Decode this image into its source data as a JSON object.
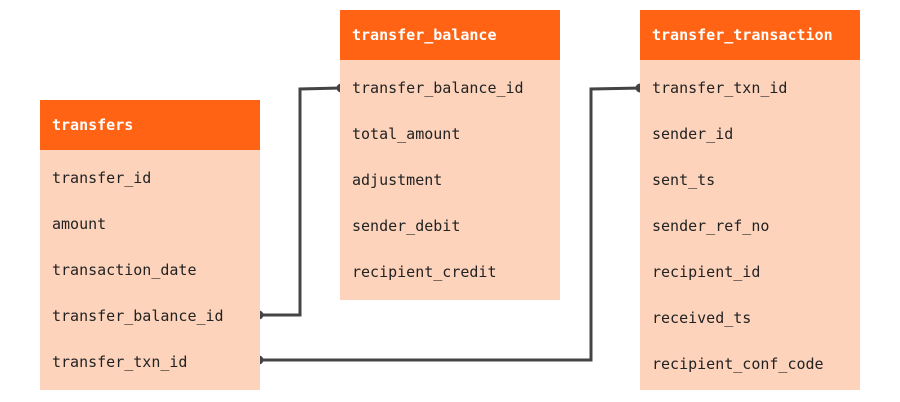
{
  "tables": {
    "transfers": {
      "title": "transfers",
      "fields": [
        "transfer_id",
        "amount",
        "transaction_date",
        "transfer_balance_id",
        "transfer_txn_id"
      ]
    },
    "transfer_balance": {
      "title": "transfer_balance",
      "fields": [
        "transfer_balance_id",
        "total_amount",
        "adjustment",
        "sender_debit",
        "recipient_credit"
      ]
    },
    "transfer_transaction": {
      "title": "transfer_transaction",
      "fields": [
        "transfer_txn_id",
        "sender_id",
        "sent_ts",
        "sender_ref_no",
        "recipient_id",
        "received_ts",
        "recipient_conf_code"
      ]
    }
  },
  "colors": {
    "header": "#ff6313",
    "body": "#fdd3bc",
    "connector": "#444444"
  }
}
